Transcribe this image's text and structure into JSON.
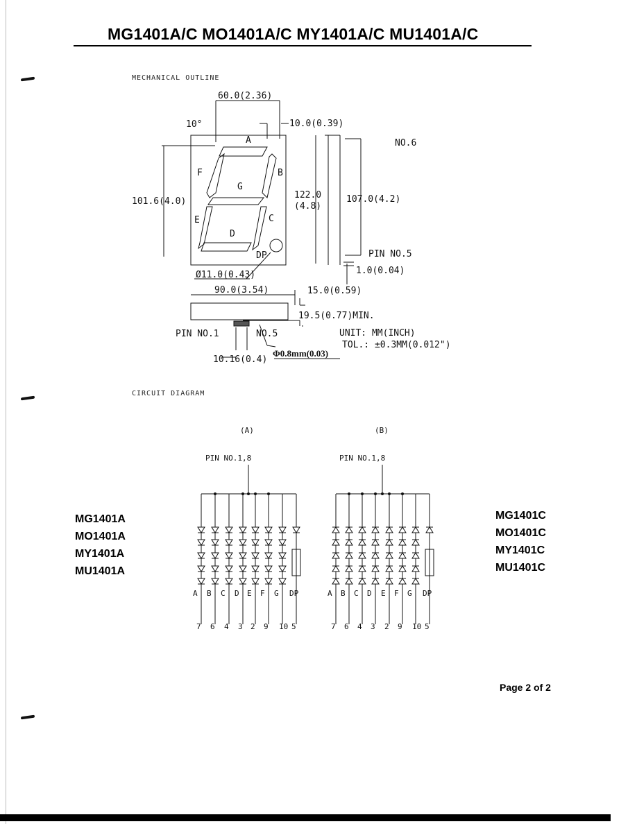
{
  "header": {
    "title": "MG1401A/C  MO1401A/C  MY1401A/C  MU1401A/C"
  },
  "sections": {
    "mechanical": "MECHANICAL OUTLINE",
    "circuit": "CIRCUIT DIAGRAM"
  },
  "dimensions": {
    "width_top": "60.0(2.36)",
    "angle": "10°",
    "seg_offset": "10.0(0.39)",
    "pin6": "NO.6",
    "height_left": "101.6(4.0)",
    "height_122": "122.0",
    "height_122_in": "(4.8)",
    "height_107": "107.0(4.2)",
    "pin5": "PIN  NO.5",
    "lead_1": "1.0(0.04)",
    "dp_dia": "Ø11.0(0.43)",
    "width_bottom": "90.0(3.54)",
    "depth": "15.0(0.59)",
    "lead_len": "19.5(0.77)MIN.",
    "pin_no1": "PIN  NO.1",
    "pin_no5": "NO.5",
    "unit": "UNIT: MM(INCH)",
    "tol": "TOL.: ±0.3MM(0.012\")",
    "pitch": "10.16(0.4)",
    "lead_dia": "Φ0.8mm(0.03)"
  },
  "segments": {
    "a": "A",
    "b": "B",
    "c": "C",
    "d": "D",
    "e": "E",
    "f": "F",
    "g": "G",
    "dp": "DP"
  },
  "circuit": {
    "a_label": "(A)",
    "b_label": "(B)",
    "pin_common": "PIN NO.1,8",
    "seg_labels": [
      "A",
      "B",
      "C",
      "D",
      "E",
      "F",
      "G",
      "DP"
    ],
    "pin_numbers": [
      "7",
      "6",
      "4",
      "3",
      "2",
      "9",
      "10",
      "5"
    ]
  },
  "models_a": [
    "MG1401A",
    "MO1401A",
    "MY1401A",
    "MU1401A"
  ],
  "models_c": [
    "MG1401C",
    "MO1401C",
    "MY1401C",
    "MU1401C"
  ],
  "footer": {
    "page": "Page  2  of  2"
  }
}
